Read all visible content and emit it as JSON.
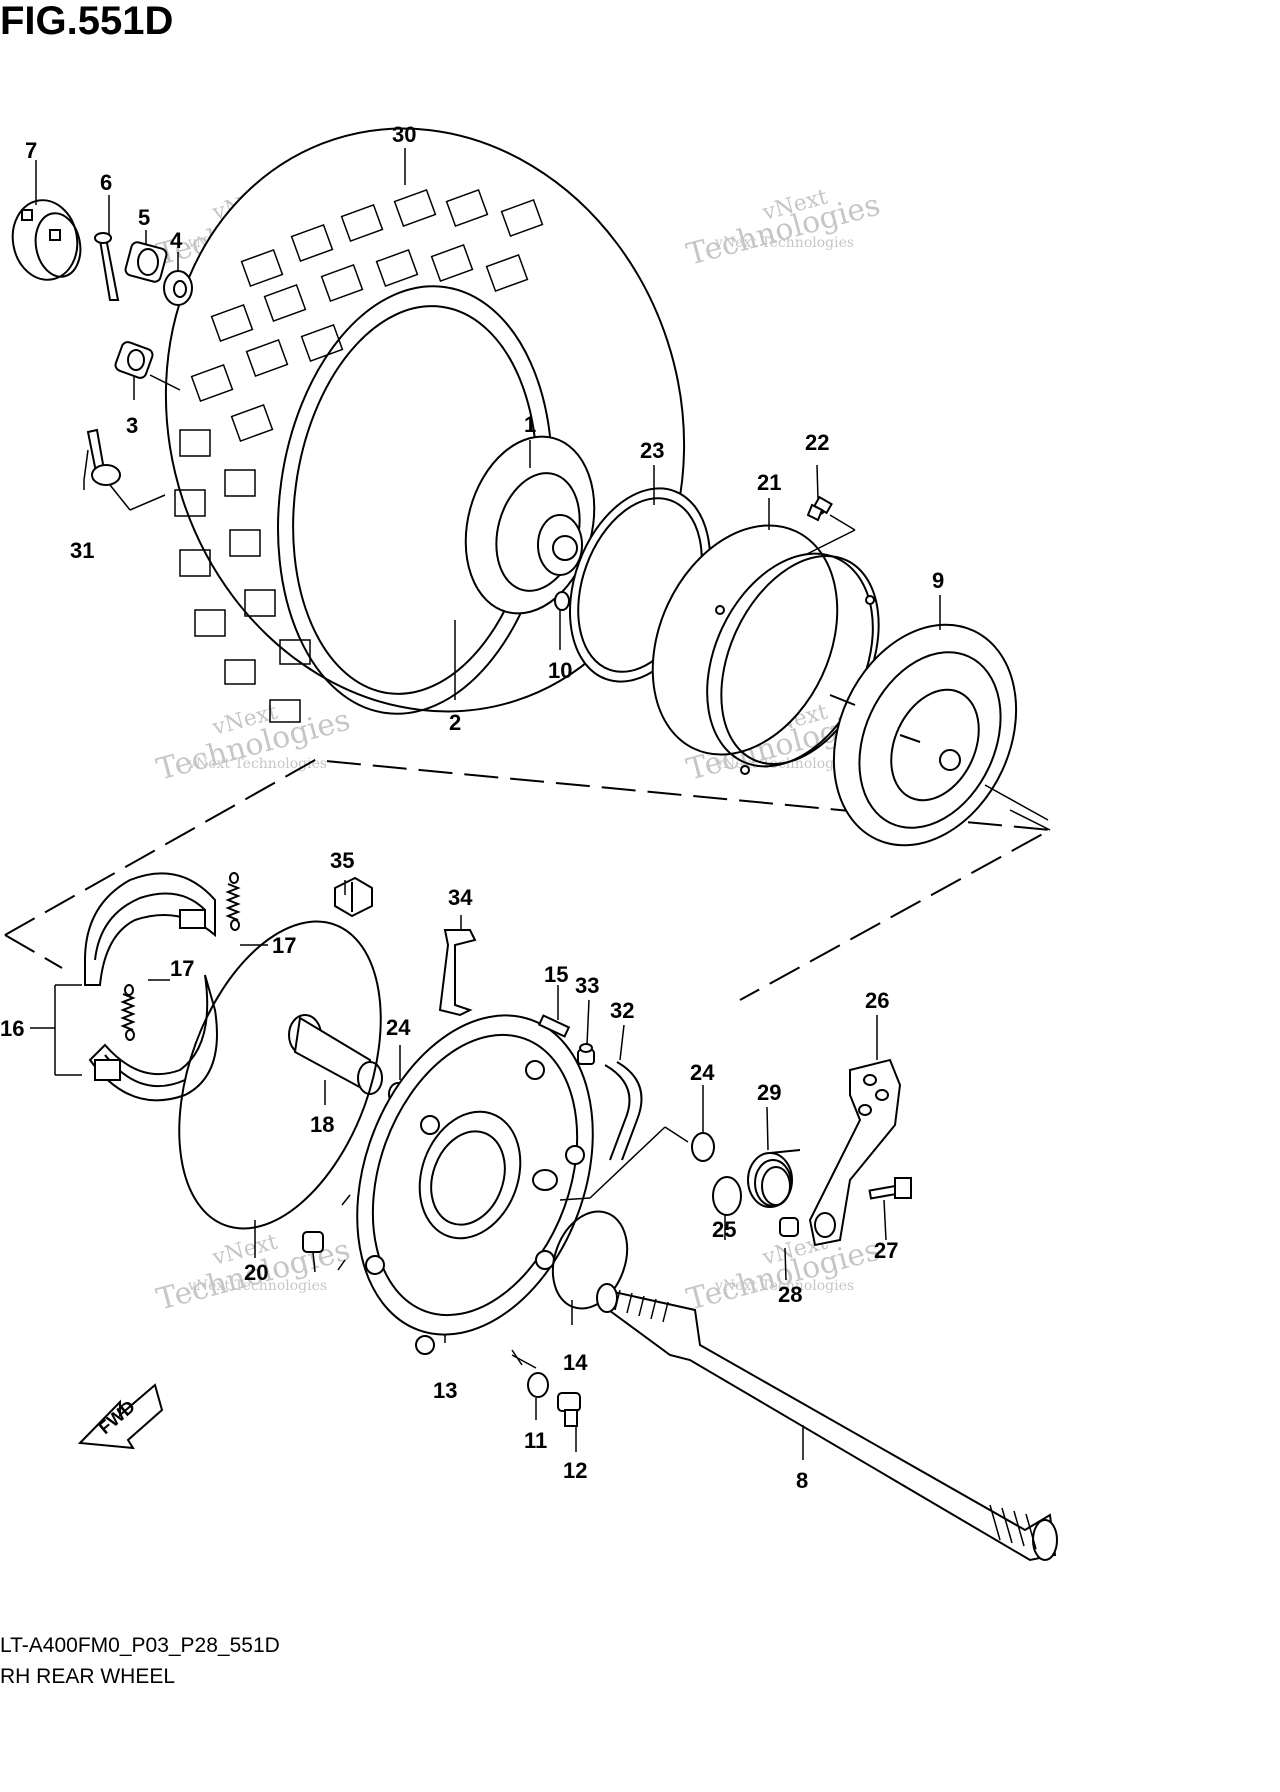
{
  "figure": {
    "title": "FIG.551D",
    "model_code": "LT-A400FM0_P03_P28_551D",
    "section_name": "RH REAR WHEEL",
    "direction_label": "FWD"
  },
  "watermark": {
    "brand_line1": "vNext",
    "brand_line2": "Technologies",
    "tagline": "vNext Technologies"
  },
  "callouts": {
    "n1": "1",
    "n2": "2",
    "n3": "3",
    "n4": "4",
    "n5": "5",
    "n6": "6",
    "n7": "7",
    "n8": "8",
    "n9": "9",
    "n10": "10",
    "n11": "11",
    "n12": "12",
    "n13": "13",
    "n14": "14",
    "n15": "15",
    "n16": "16",
    "n17a": "17",
    "n17b": "17",
    "n18": "18",
    "n20": "20",
    "n21": "21",
    "n22": "22",
    "n23": "23",
    "n24a": "24",
    "n24b": "24",
    "n25": "25",
    "n26": "26",
    "n27": "27",
    "n28": "28",
    "n29": "29",
    "n30": "30",
    "n31": "31",
    "n32": "32",
    "n33": "33",
    "n34": "34",
    "n35": "35"
  }
}
